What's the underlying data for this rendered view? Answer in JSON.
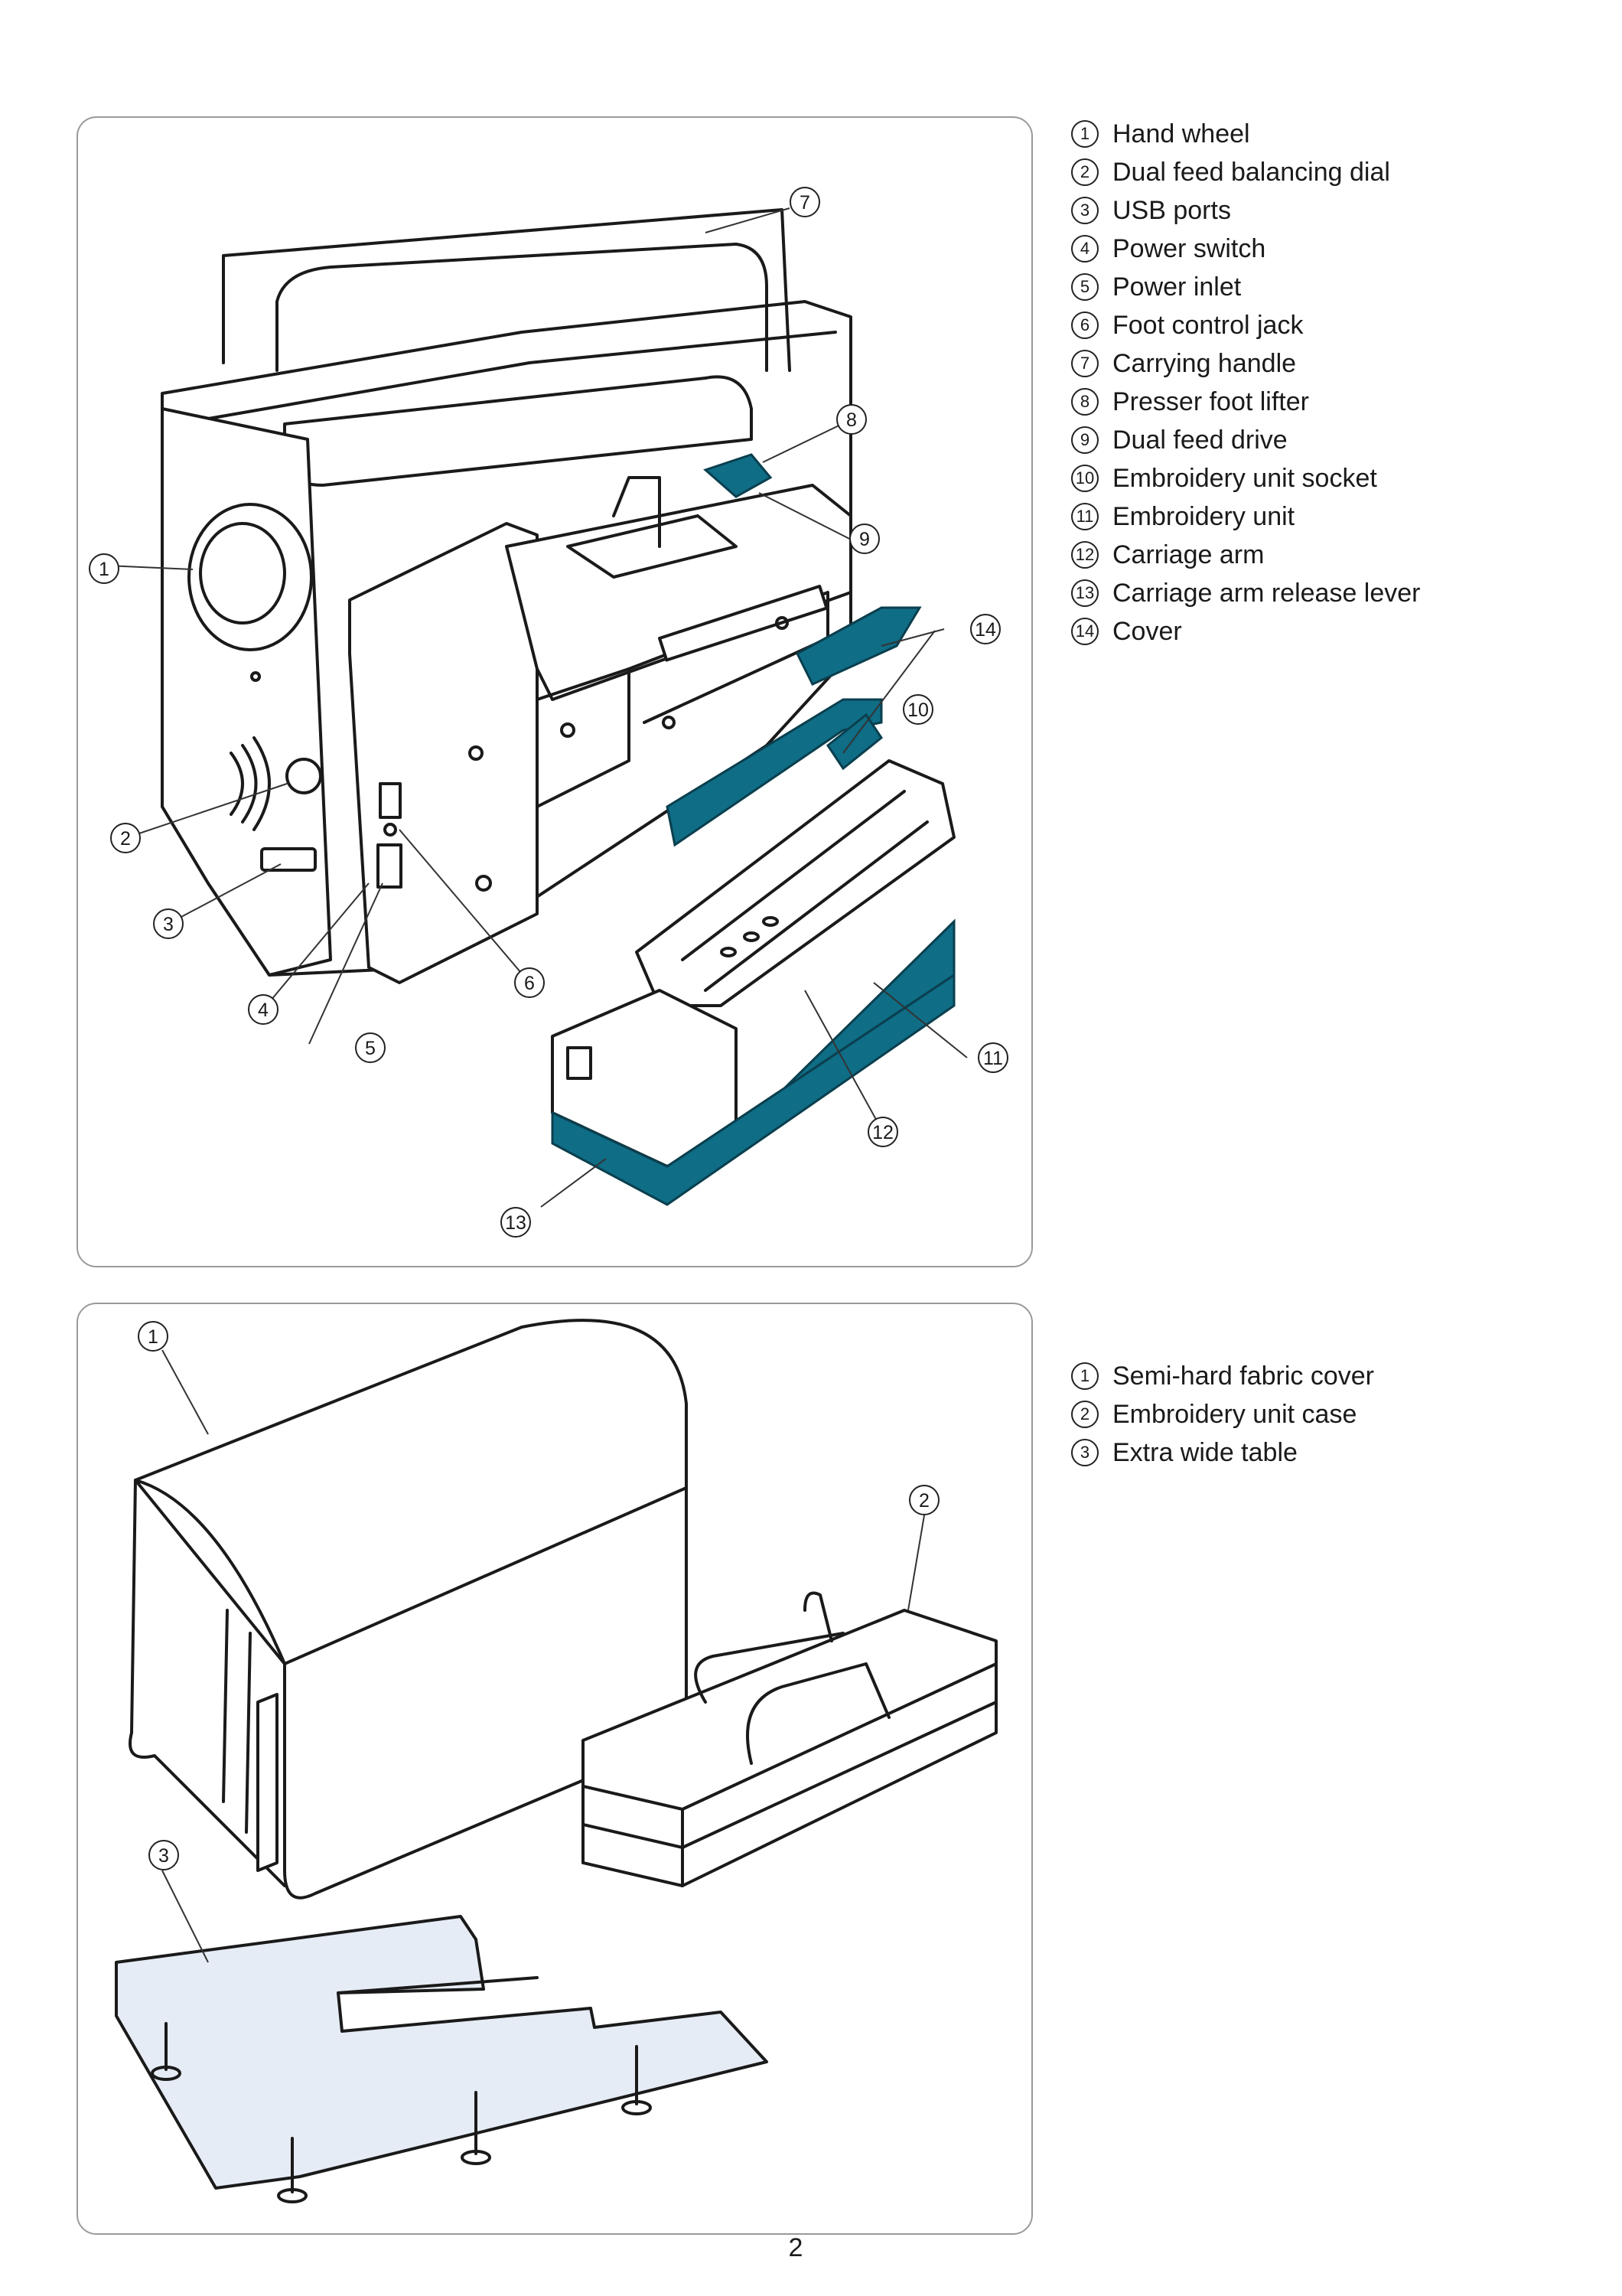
{
  "top_legend": [
    {
      "num": "1",
      "label": "Hand wheel"
    },
    {
      "num": "2",
      "label": "Dual feed balancing dial"
    },
    {
      "num": "3",
      "label": "USB ports"
    },
    {
      "num": "4",
      "label": "Power switch"
    },
    {
      "num": "5",
      "label": "Power inlet"
    },
    {
      "num": "6",
      "label": "Foot control jack"
    },
    {
      "num": "7",
      "label": "Carrying handle"
    },
    {
      "num": "8",
      "label": "Presser foot lifter"
    },
    {
      "num": "9",
      "label": "Dual feed drive"
    },
    {
      "num": "10",
      "label": "Embroidery unit socket"
    },
    {
      "num": "11",
      "label": "Embroidery unit"
    },
    {
      "num": "12",
      "label": "Carriage arm"
    },
    {
      "num": "13",
      "label": "Carriage arm release lever"
    },
    {
      "num": "14",
      "label": "Cover"
    }
  ],
  "bottom_legend": [
    {
      "num": "1",
      "label": "Semi-hard fabric cover"
    },
    {
      "num": "2",
      "label": "Embroidery unit case"
    },
    {
      "num": "3",
      "label": "Extra wide table"
    }
  ],
  "top_callouts": [
    "1",
    "2",
    "3",
    "4",
    "5",
    "6",
    "7",
    "8",
    "9",
    "10",
    "11",
    "12",
    "13",
    "14"
  ],
  "bottom_callouts": [
    "1",
    "2",
    "3"
  ],
  "page_number": "2",
  "colors": {
    "accent_teal": "#0f6d86",
    "table_tint": "#e6ecf5"
  }
}
